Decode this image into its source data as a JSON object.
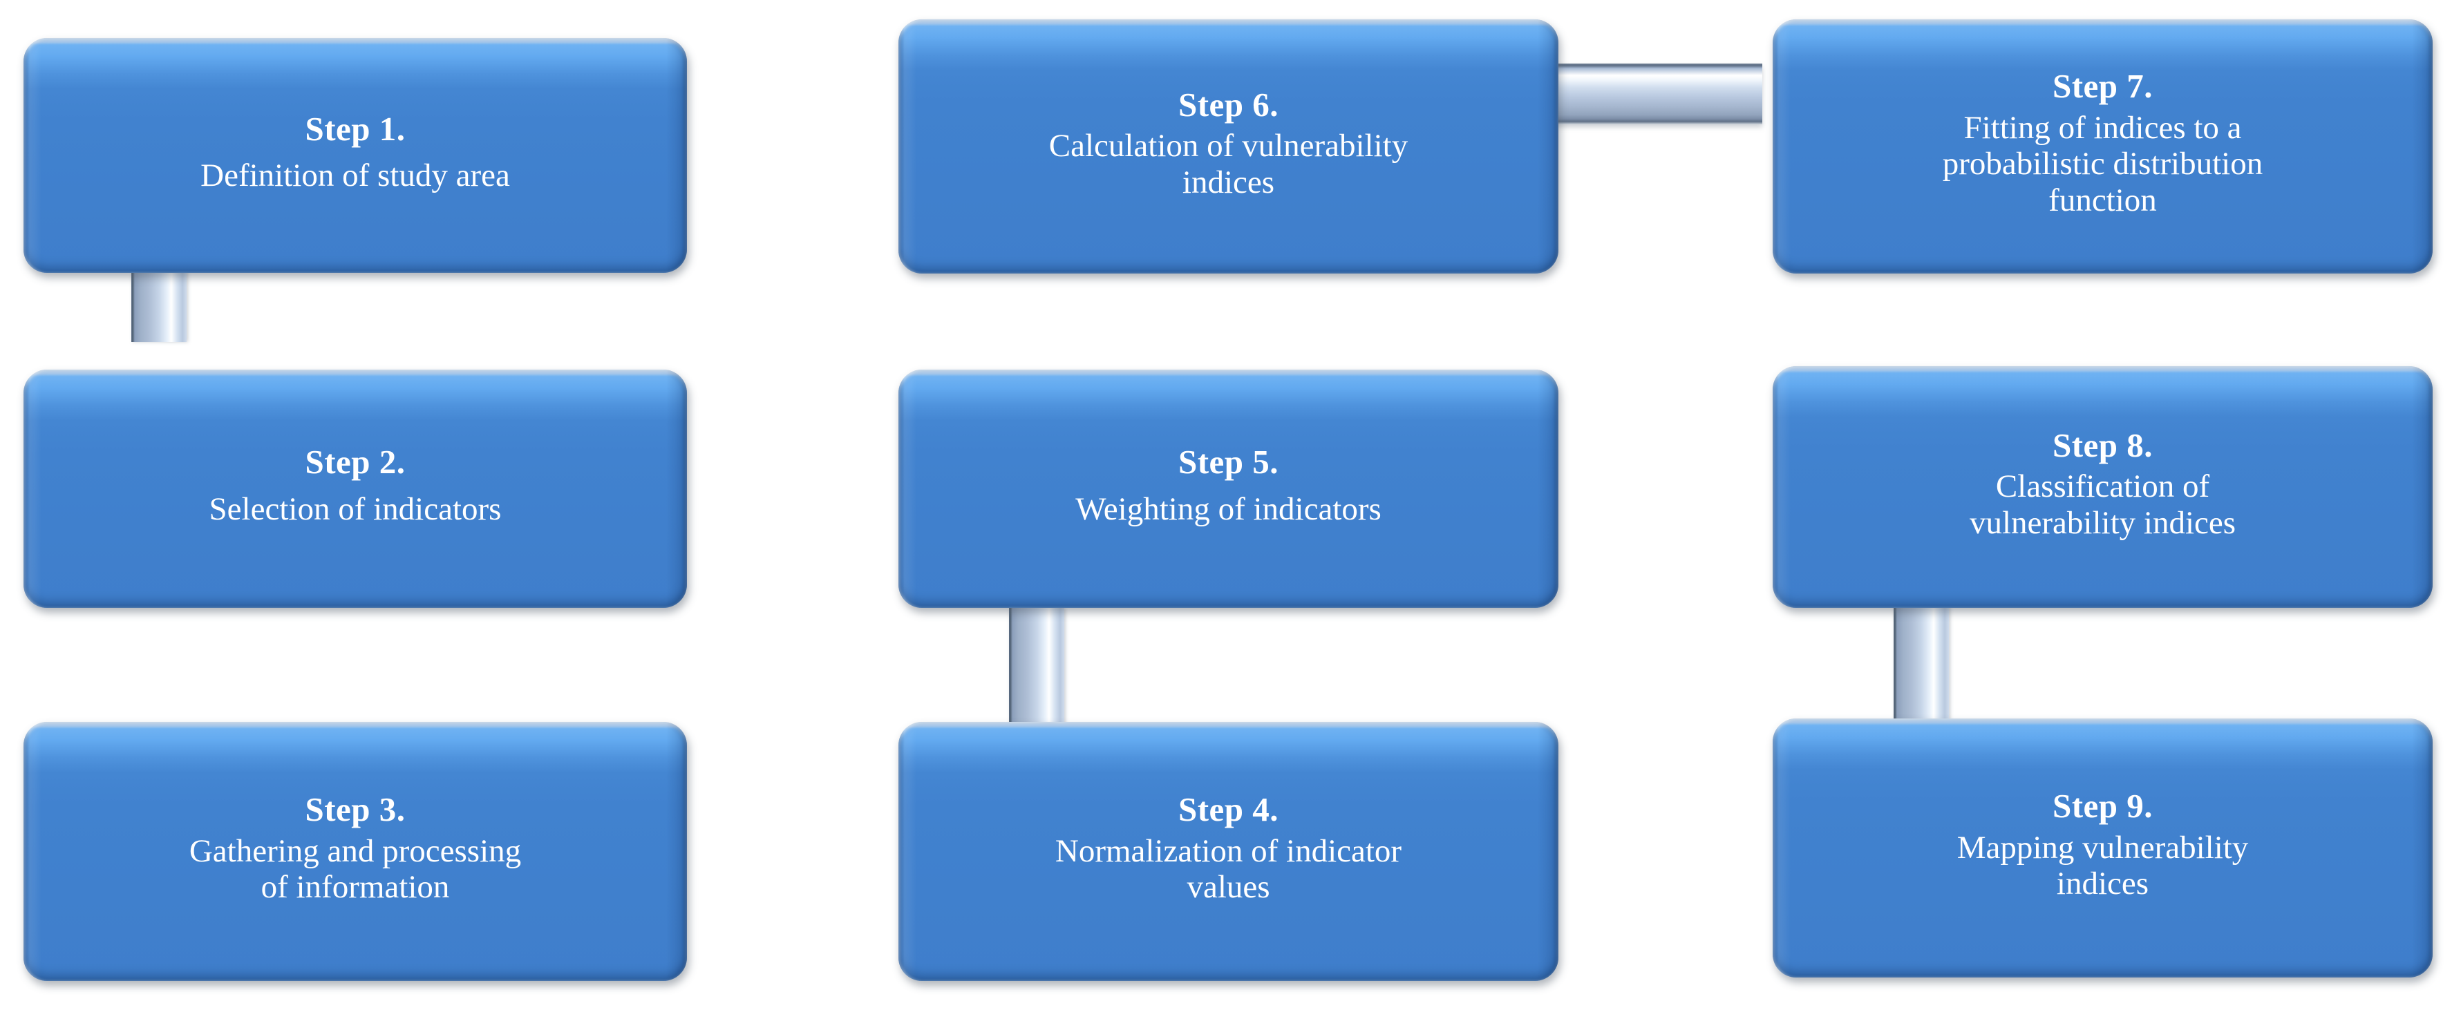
{
  "diagram": {
    "type": "flowchart",
    "title": "Vulnerability assessment methodology flowchart",
    "colors": {
      "node_fill": "#3f7ecb",
      "node_highlight": "#63aaf0",
      "node_text": "#ffffff",
      "connector": "#aebed5",
      "background": "#ffffff"
    },
    "nodes": [
      {
        "id": "step1",
        "title": "Step 1.",
        "body": "Definition  of study area"
      },
      {
        "id": "step2",
        "title": "Step 2.",
        "body": "Selection  of indicators"
      },
      {
        "id": "step3",
        "title": "Step 3.",
        "body": "Gathering  and processing\nof information"
      },
      {
        "id": "step4",
        "title": "Step 4.",
        "body": "Normalization  of indicator\nvalues"
      },
      {
        "id": "step5",
        "title": "Step 5.",
        "body": "Weighting  of indicators"
      },
      {
        "id": "step6",
        "title": "Step 6.",
        "body": "Calculation of vulnerability\nindices"
      },
      {
        "id": "step7",
        "title": "Step 7.",
        "body": "Fitting of indices to a\nprobabilistic distribution\nfunction"
      },
      {
        "id": "step8",
        "title": "Step 8.",
        "body": "Classification  of\nvulnerability  indices"
      },
      {
        "id": "step9",
        "title": "Step 9.",
        "body": "Mapping  vulnerability\nindices"
      }
    ],
    "connectors": [
      {
        "id": "c1-2",
        "from": "step1",
        "to": "step2",
        "orientation": "vertical"
      },
      {
        "id": "c2-3",
        "from": "step2",
        "to": "step3",
        "orientation": "vertical"
      },
      {
        "id": "c3-4",
        "from": "step3",
        "to": "step4",
        "orientation": "horizontal"
      },
      {
        "id": "c4-5",
        "from": "step4",
        "to": "step5",
        "orientation": "vertical"
      },
      {
        "id": "c5-6",
        "from": "step5",
        "to": "step6",
        "orientation": "vertical"
      },
      {
        "id": "c6-7",
        "from": "step6",
        "to": "step7",
        "orientation": "horizontal"
      },
      {
        "id": "c7-8",
        "from": "step7",
        "to": "step8",
        "orientation": "vertical"
      },
      {
        "id": "c8-9",
        "from": "step8",
        "to": "step9",
        "orientation": "vertical"
      }
    ]
  }
}
